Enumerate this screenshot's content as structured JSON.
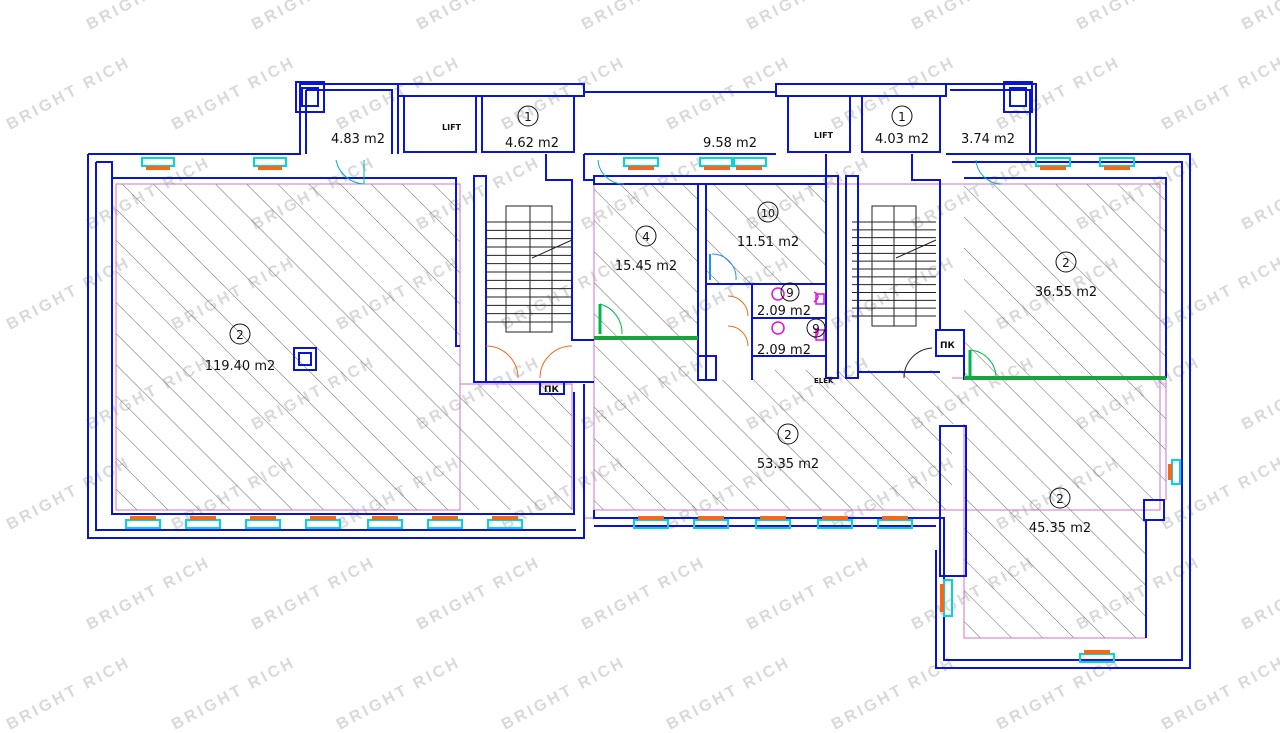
{
  "watermark": "BRIGHT RICH",
  "colors": {
    "wall": "#0a14d8",
    "hatch": "#6a6a6a",
    "window": "#00d6e0",
    "sill": "#f06a1a",
    "partition": "#1aa33c",
    "door": "#00b84a",
    "fixture": "#e010e0",
    "magenta_line": "#d070d0"
  },
  "labels": {
    "lift": "LIFT",
    "pk": "ПК",
    "elek": "ELEK"
  },
  "rooms": [
    {
      "id": "room-119",
      "number": "2",
      "area": "119.40 m2"
    },
    {
      "id": "room-53",
      "number": "2",
      "area": "53.35 m2"
    },
    {
      "id": "room-36",
      "number": "2",
      "area": "36.55 m2"
    },
    {
      "id": "room-45",
      "number": "2",
      "area": "45.35 m2"
    },
    {
      "id": "room-15",
      "number": "4",
      "area": "15.45 m2"
    },
    {
      "id": "room-11",
      "number": "10",
      "area": "11.51 m2"
    },
    {
      "id": "wc-1",
      "number": "9",
      "area": "2.09 m2"
    },
    {
      "id": "wc-2",
      "number": "9",
      "area": "2.09 m2"
    },
    {
      "id": "stair-left",
      "number": "1",
      "area": "4.62 m2"
    },
    {
      "id": "stair-right",
      "number": "1",
      "area": "4.03 m2"
    },
    {
      "id": "balcony-left",
      "area": "4.83 m2"
    },
    {
      "id": "corridor-top",
      "area": "9.58 m2"
    },
    {
      "id": "balcony-right",
      "area": "3.74 m2"
    }
  ]
}
